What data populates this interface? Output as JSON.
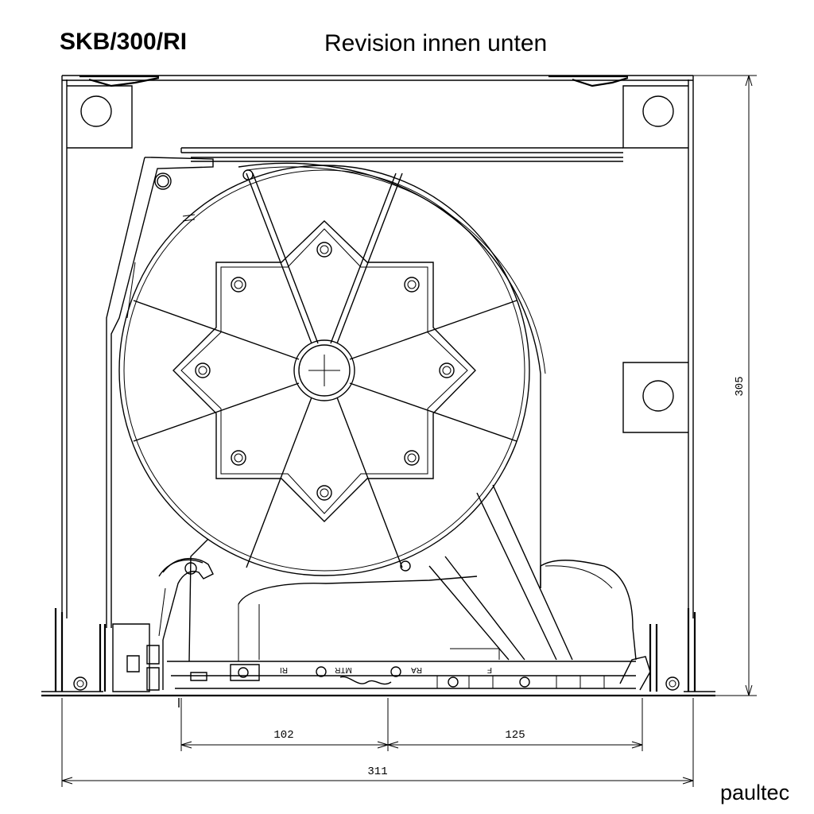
{
  "header": {
    "model": "SKB/300/RI",
    "description": "Revision innen unten"
  },
  "dimensions": {
    "height": "305",
    "width_total": "311",
    "segment_left": "102",
    "segment_right": "125"
  },
  "part_labels": {
    "ri": "RI",
    "mtr": "MTR",
    "ra": "RA",
    "f": "F"
  },
  "brand": "paultec"
}
